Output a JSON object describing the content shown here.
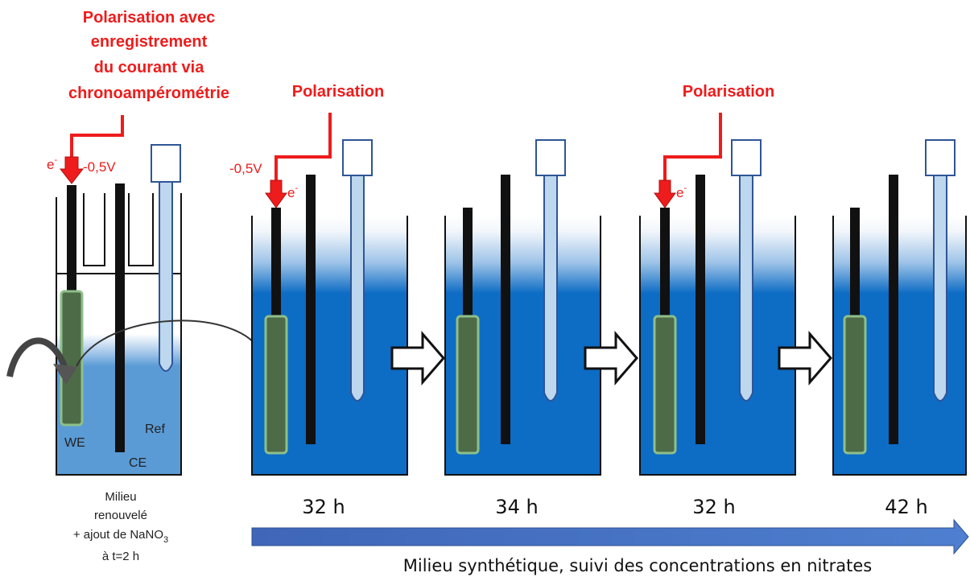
{
  "cell": {
    "title_lines": [
      "Polarisation avec",
      "enregistrement",
      "du courant via",
      "chronoampérométrie"
    ],
    "electron": "e",
    "electron_sup": "-",
    "potential": "-0,5V",
    "label_we": "WE",
    "label_ce": "CE",
    "label_ref": "Ref",
    "note_line1": "Milieu",
    "note_line2": "renouvelé",
    "note_line3_prefix": "+ ajout de NaNO",
    "note_line3_sub": "3",
    "note_line4": "à t=2 h"
  },
  "stages": [
    {
      "polarisation_label": "Polarisation",
      "potential": "-0,5V",
      "electron": "e",
      "electron_sup": "-",
      "duration": "32 h"
    },
    {
      "duration": "34 h"
    },
    {
      "polarisation_label": "Polarisation",
      "electron": "e",
      "electron_sup": "-",
      "duration": "32 h"
    },
    {
      "duration": "42 h"
    }
  ],
  "timeline_caption": "Milieu synthétique, suivi des concentrations en nitrates",
  "colors": {
    "red": "#ee1c1c",
    "deep_blue": "#0d6cc4",
    "light_blue": "#5b9bd5",
    "tube_blue": "#bdd7ee",
    "we_green": "#4e6b48",
    "we_border": "#8fbf8a",
    "timeline": "#4472c4"
  }
}
